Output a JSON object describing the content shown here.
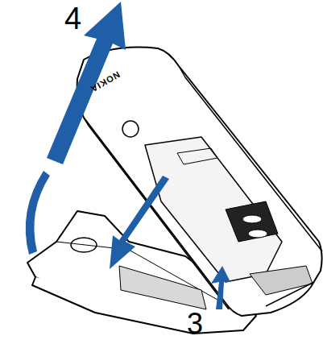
{
  "diagram": {
    "labels": [
      "4",
      "3",
      "NOKIA"
    ]
  }
}
